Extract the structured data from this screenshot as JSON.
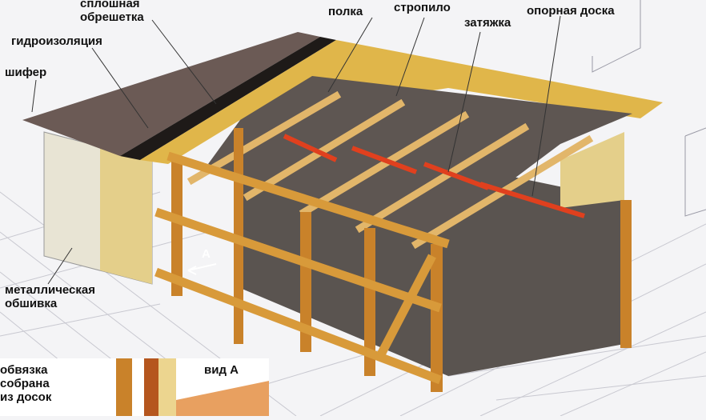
{
  "labels": {
    "solid_sheathing": [
      "сплошная",
      "обрешетка"
    ],
    "waterproofing": "гидроизоляция",
    "slate": "шифер",
    "shelf": "полка",
    "rafter": "стропило",
    "tie": "затяжка",
    "support_board": "опорная доска",
    "metal_cladding": [
      "металлическая",
      "обшивка"
    ],
    "view_marker": "А",
    "frame_note": [
      "обвязка",
      "собрана",
      "из досок"
    ],
    "view_a": "вид А"
  },
  "colors": {
    "slate": "#6b5a55",
    "wood": "#e0b64a",
    "timber": "#c9822a",
    "interior": "#5a5450",
    "tie": "#e0401e"
  }
}
